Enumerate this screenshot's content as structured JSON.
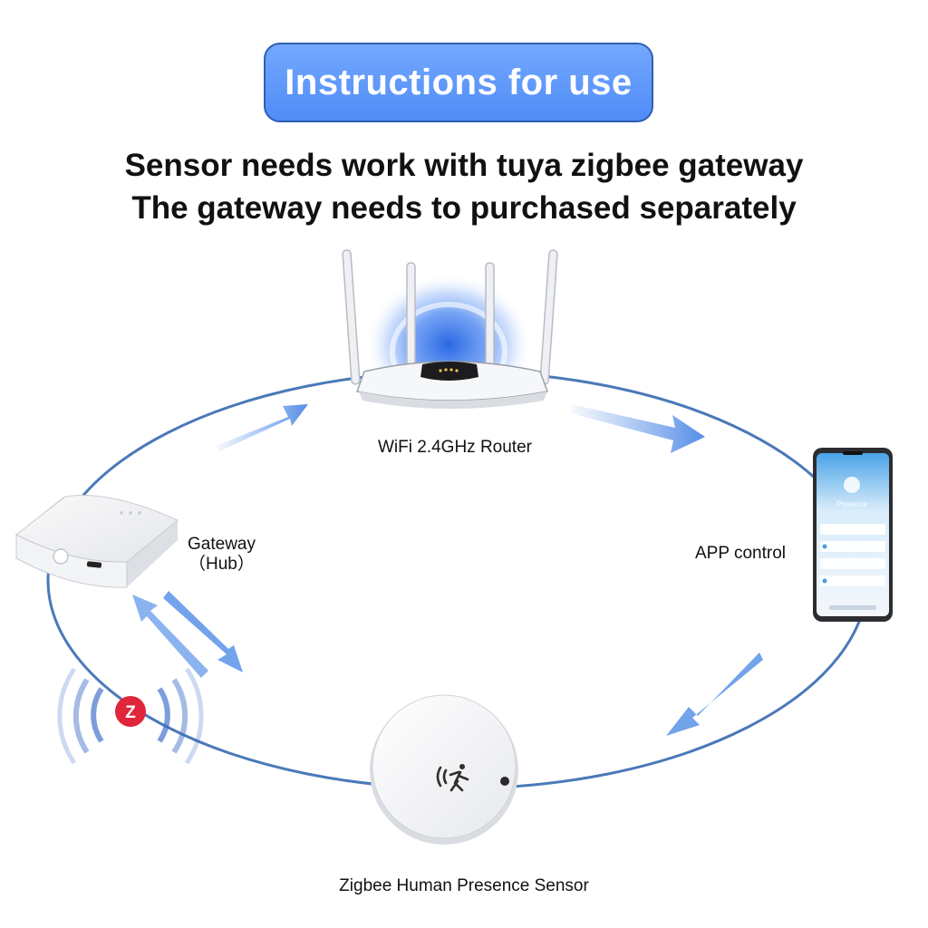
{
  "header": {
    "title": "Instructions for use",
    "line1": "Sensor needs work with tuya zigbee gateway",
    "line2": "The gateway needs to purchased separately"
  },
  "nodes": {
    "router": "WiFi 2.4GHz Router",
    "gateway_line1": "Gateway",
    "gateway_line2": "（Hub）",
    "app": "APP control",
    "sensor": "Zigbee Human Presence Sensor"
  },
  "phone_screen": {
    "title": "Presence"
  },
  "zigbee_logo_letter": "Z",
  "colors": {
    "accent_blue": "#4f8cf6",
    "loop_line": "#4a79b8",
    "arrow_blue": "#5a93e8",
    "zigbee_red": "#e0263a"
  }
}
